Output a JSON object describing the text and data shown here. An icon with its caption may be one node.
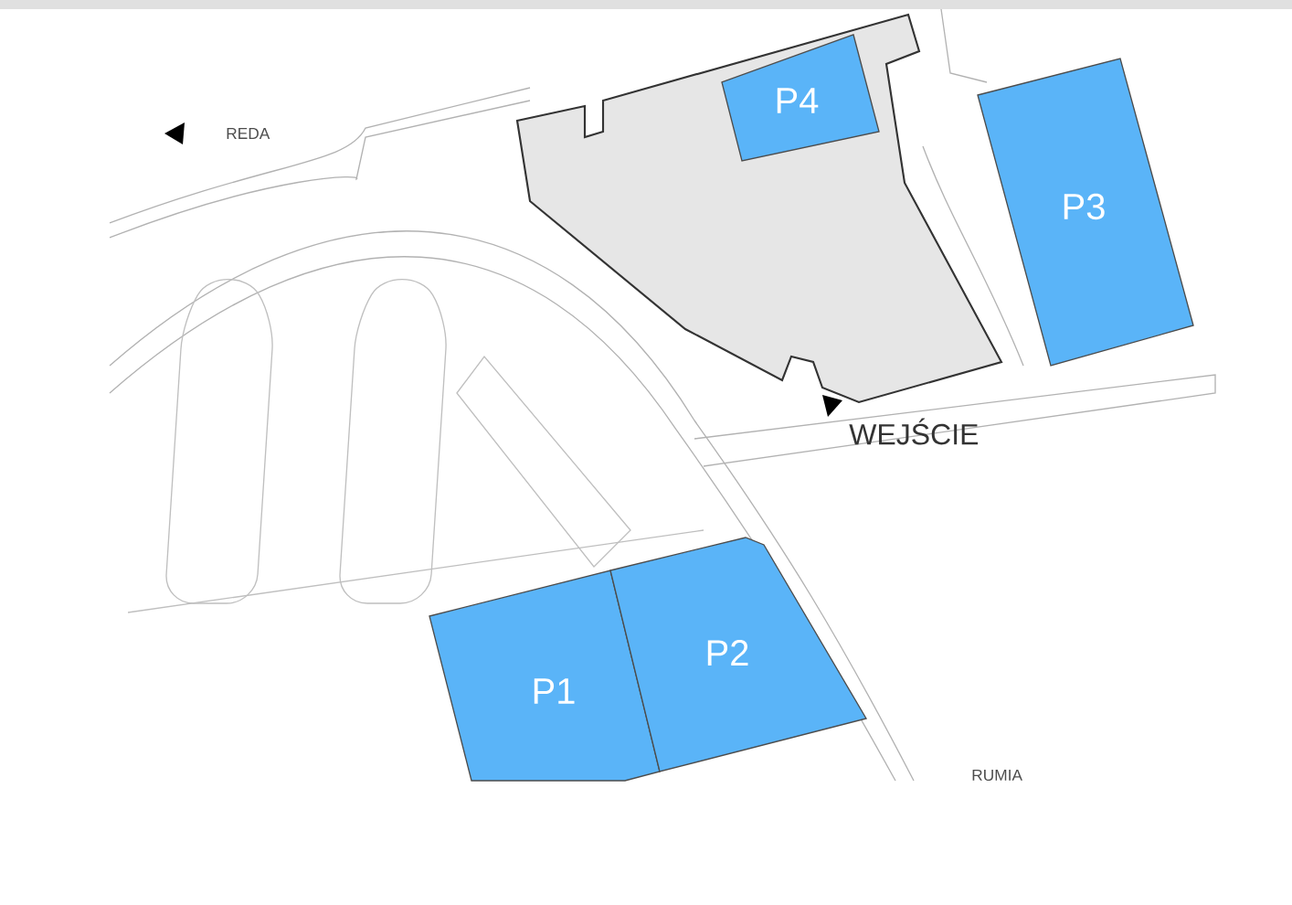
{
  "diagram": {
    "nodes": [
      {
        "text": [
          "P4"
        ]
      },
      {
        "text": [
          "P3"
        ]
      },
      {
        "text": [
          "P1"
        ]
      },
      {
        "text": [
          "P2"
        ]
      }
    ],
    "labels": [
      "REDA",
      "WEJŚCIE",
      "RUMIA"
    ]
  }
}
